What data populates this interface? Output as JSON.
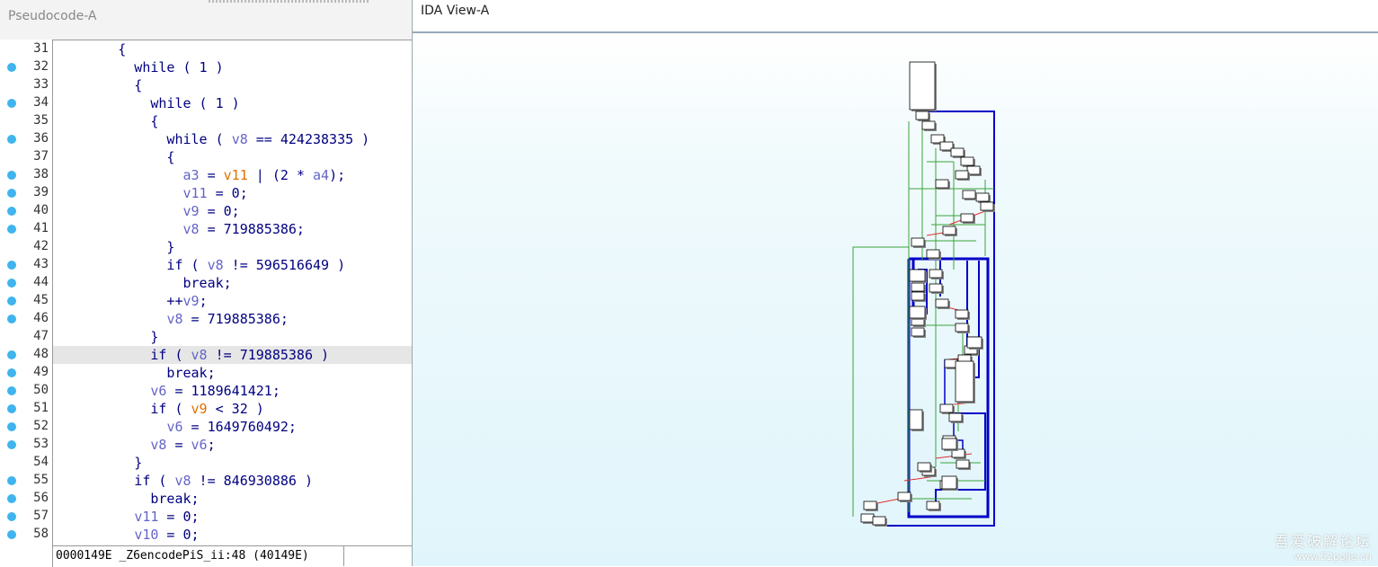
{
  "left_pane": {
    "tab_title": "Pseudocode-A",
    "lines": [
      {
        "n": "31",
        "dot": false,
        "tokens": [
          [
            "k",
            "        {"
          ]
        ]
      },
      {
        "n": "32",
        "dot": true,
        "tokens": [
          [
            "k",
            "          while ( 1 )"
          ]
        ]
      },
      {
        "n": "33",
        "dot": false,
        "tokens": [
          [
            "k",
            "          {"
          ]
        ]
      },
      {
        "n": "34",
        "dot": true,
        "tokens": [
          [
            "k",
            "            while ( 1 )"
          ]
        ]
      },
      {
        "n": "35",
        "dot": false,
        "tokens": [
          [
            "k",
            "            {"
          ]
        ]
      },
      {
        "n": "36",
        "dot": true,
        "tokens": [
          [
            "k",
            "              while ( "
          ],
          [
            "v",
            "v8"
          ],
          [
            "k",
            " == 424238335 )"
          ]
        ]
      },
      {
        "n": "37",
        "dot": false,
        "tokens": [
          [
            "k",
            "              {"
          ]
        ]
      },
      {
        "n": "38",
        "dot": true,
        "tokens": [
          [
            "k",
            "                "
          ],
          [
            "v",
            "a3"
          ],
          [
            "k",
            " = "
          ],
          [
            "o",
            "v11"
          ],
          [
            "k",
            " | (2 * "
          ],
          [
            "v",
            "a4"
          ],
          [
            "k",
            ");"
          ]
        ]
      },
      {
        "n": "39",
        "dot": true,
        "tokens": [
          [
            "k",
            "                "
          ],
          [
            "v",
            "v11"
          ],
          [
            "k",
            " = 0;"
          ]
        ]
      },
      {
        "n": "40",
        "dot": true,
        "tokens": [
          [
            "k",
            "                "
          ],
          [
            "v",
            "v9"
          ],
          [
            "k",
            " = 0;"
          ]
        ]
      },
      {
        "n": "41",
        "dot": true,
        "tokens": [
          [
            "k",
            "                "
          ],
          [
            "v",
            "v8"
          ],
          [
            "k",
            " = 719885386;"
          ]
        ]
      },
      {
        "n": "42",
        "dot": false,
        "tokens": [
          [
            "k",
            "              }"
          ]
        ]
      },
      {
        "n": "43",
        "dot": true,
        "tokens": [
          [
            "k",
            "              if ( "
          ],
          [
            "v",
            "v8"
          ],
          [
            "k",
            " != 596516649 )"
          ]
        ]
      },
      {
        "n": "44",
        "dot": true,
        "tokens": [
          [
            "k",
            "                break;"
          ]
        ]
      },
      {
        "n": "45",
        "dot": true,
        "tokens": [
          [
            "k",
            "              ++"
          ],
          [
            "v",
            "v9"
          ],
          [
            "k",
            ";"
          ]
        ]
      },
      {
        "n": "46",
        "dot": true,
        "tokens": [
          [
            "k",
            "              "
          ],
          [
            "v",
            "v8"
          ],
          [
            "k",
            " = 719885386;"
          ]
        ]
      },
      {
        "n": "47",
        "dot": false,
        "tokens": [
          [
            "k",
            "            }"
          ]
        ]
      },
      {
        "n": "48",
        "dot": true,
        "hl": true,
        "tokens": [
          [
            "k",
            "            if ( "
          ],
          [
            "v",
            "v8"
          ],
          [
            "k",
            " != 719885386 )"
          ]
        ]
      },
      {
        "n": "49",
        "dot": true,
        "tokens": [
          [
            "k",
            "              break;"
          ]
        ]
      },
      {
        "n": "50",
        "dot": true,
        "tokens": [
          [
            "k",
            "            "
          ],
          [
            "v",
            "v6"
          ],
          [
            "k",
            " = 1189641421;"
          ]
        ]
      },
      {
        "n": "51",
        "dot": true,
        "tokens": [
          [
            "k",
            "            if ( "
          ],
          [
            "o",
            "v9"
          ],
          [
            "k",
            " < 32 )"
          ]
        ]
      },
      {
        "n": "52",
        "dot": true,
        "tokens": [
          [
            "k",
            "              "
          ],
          [
            "v",
            "v6"
          ],
          [
            "k",
            " = 1649760492;"
          ]
        ]
      },
      {
        "n": "53",
        "dot": true,
        "tokens": [
          [
            "k",
            "            "
          ],
          [
            "v",
            "v8"
          ],
          [
            "k",
            " = "
          ],
          [
            "v",
            "v6"
          ],
          [
            "k",
            ";"
          ]
        ]
      },
      {
        "n": "54",
        "dot": false,
        "tokens": [
          [
            "k",
            "          }"
          ]
        ]
      },
      {
        "n": "55",
        "dot": true,
        "tokens": [
          [
            "k",
            "          if ( "
          ],
          [
            "v",
            "v8"
          ],
          [
            "k",
            " != 846930886 )"
          ]
        ]
      },
      {
        "n": "56",
        "dot": true,
        "tokens": [
          [
            "k",
            "            break;"
          ]
        ]
      },
      {
        "n": "57",
        "dot": true,
        "tokens": [
          [
            "k",
            "          "
          ],
          [
            "v",
            "v11"
          ],
          [
            "k",
            " = 0;"
          ]
        ]
      },
      {
        "n": "58",
        "dot": true,
        "tokens": [
          [
            "k",
            "          "
          ],
          [
            "v",
            "v10"
          ],
          [
            "k",
            " = 0;"
          ]
        ]
      }
    ],
    "status_text": "0000149E _Z6encodePiS_ii:48 (40149E)"
  },
  "right_pane": {
    "tab_title": "IDA View-A"
  },
  "watermark": {
    "title": "吾爱破解论坛",
    "url": "www.52pojie.cn"
  },
  "colors": {
    "keyword": "#000080",
    "variable": "#6464c8",
    "modified_variable": "#e07000",
    "breakpoint_dot": "#3fb4ee",
    "edge_green": "#3aa33a",
    "edge_red": "#e03030",
    "edge_blue": "#0000c8"
  }
}
